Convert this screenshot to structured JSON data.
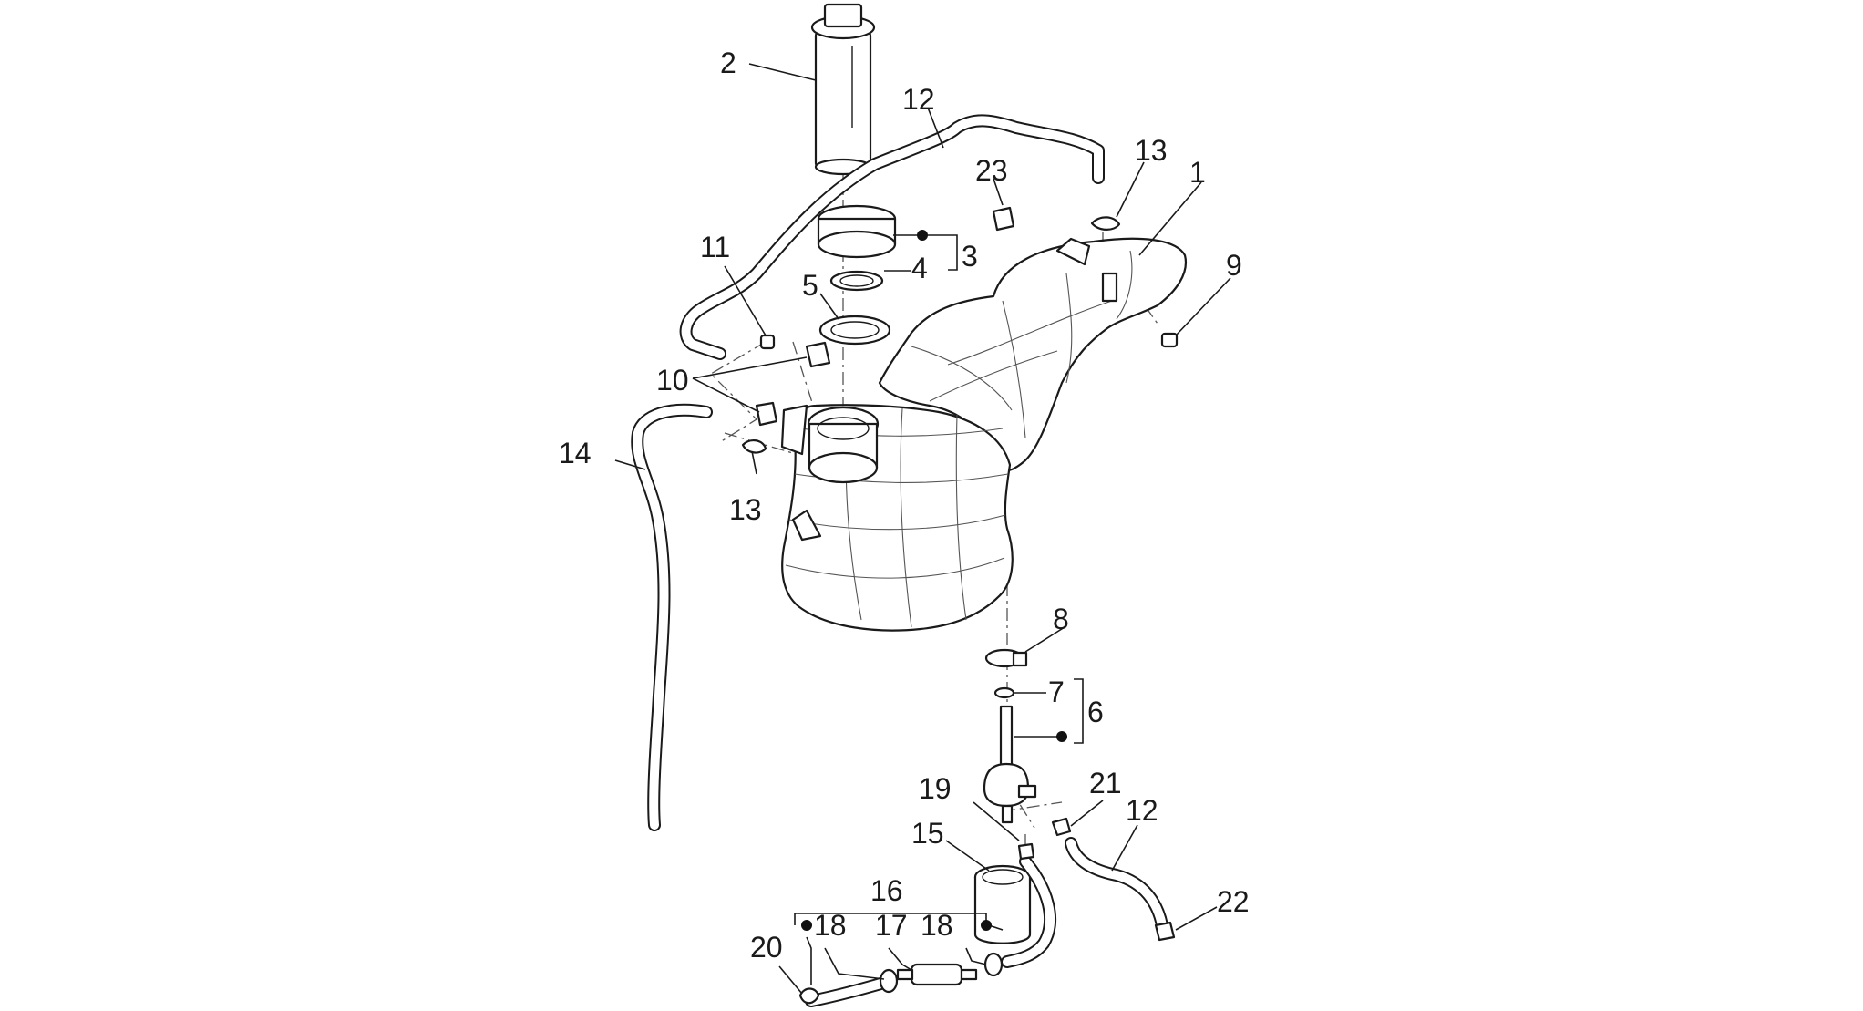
{
  "callouts": [
    {
      "id": "c1",
      "text": "1"
    },
    {
      "id": "c2",
      "text": "2"
    },
    {
      "id": "c3",
      "text": "3"
    },
    {
      "id": "c4",
      "text": "4"
    },
    {
      "id": "c5",
      "text": "5"
    },
    {
      "id": "c6",
      "text": "6"
    },
    {
      "id": "c7",
      "text": "7"
    },
    {
      "id": "c8",
      "text": "8"
    },
    {
      "id": "c9",
      "text": "9"
    },
    {
      "id": "c10",
      "text": "10"
    },
    {
      "id": "c11",
      "text": "11"
    },
    {
      "id": "c12a",
      "text": "12"
    },
    {
      "id": "c12b",
      "text": "12"
    },
    {
      "id": "c13a",
      "text": "13"
    },
    {
      "id": "c13b",
      "text": "13"
    },
    {
      "id": "c14",
      "text": "14"
    },
    {
      "id": "c15",
      "text": "15"
    },
    {
      "id": "c16",
      "text": "16"
    },
    {
      "id": "c17",
      "text": "17"
    },
    {
      "id": "c18a",
      "text": "18"
    },
    {
      "id": "c18b",
      "text": "18"
    },
    {
      "id": "c19",
      "text": "19"
    },
    {
      "id": "c20",
      "text": "20"
    },
    {
      "id": "c21",
      "text": "21"
    },
    {
      "id": "c22",
      "text": "22"
    },
    {
      "id": "c23",
      "text": "23"
    }
  ]
}
